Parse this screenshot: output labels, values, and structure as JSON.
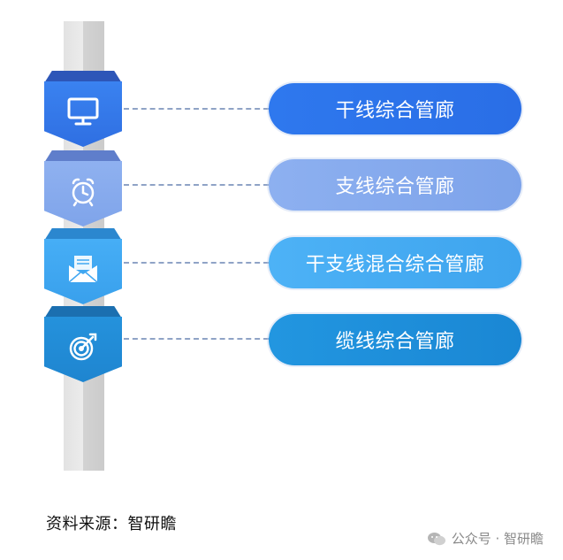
{
  "items": [
    {
      "label": "干线综合管廊",
      "icon": "monitor-icon",
      "color": "#2f73ea"
    },
    {
      "label": "支线综合管廊",
      "icon": "alarm-clock-icon",
      "color": "#84a8ec"
    },
    {
      "label": "干支线混合综合管廊",
      "icon": "envelope-icon",
      "color": "#42a8f2"
    },
    {
      "label": "缆线综合管廊",
      "icon": "target-icon",
      "color": "#1f8ad8"
    }
  ],
  "source": "资料来源：智研瞻",
  "watermark": {
    "text": "公众号 · 智研瞻",
    "icon": "wechat-icon"
  }
}
